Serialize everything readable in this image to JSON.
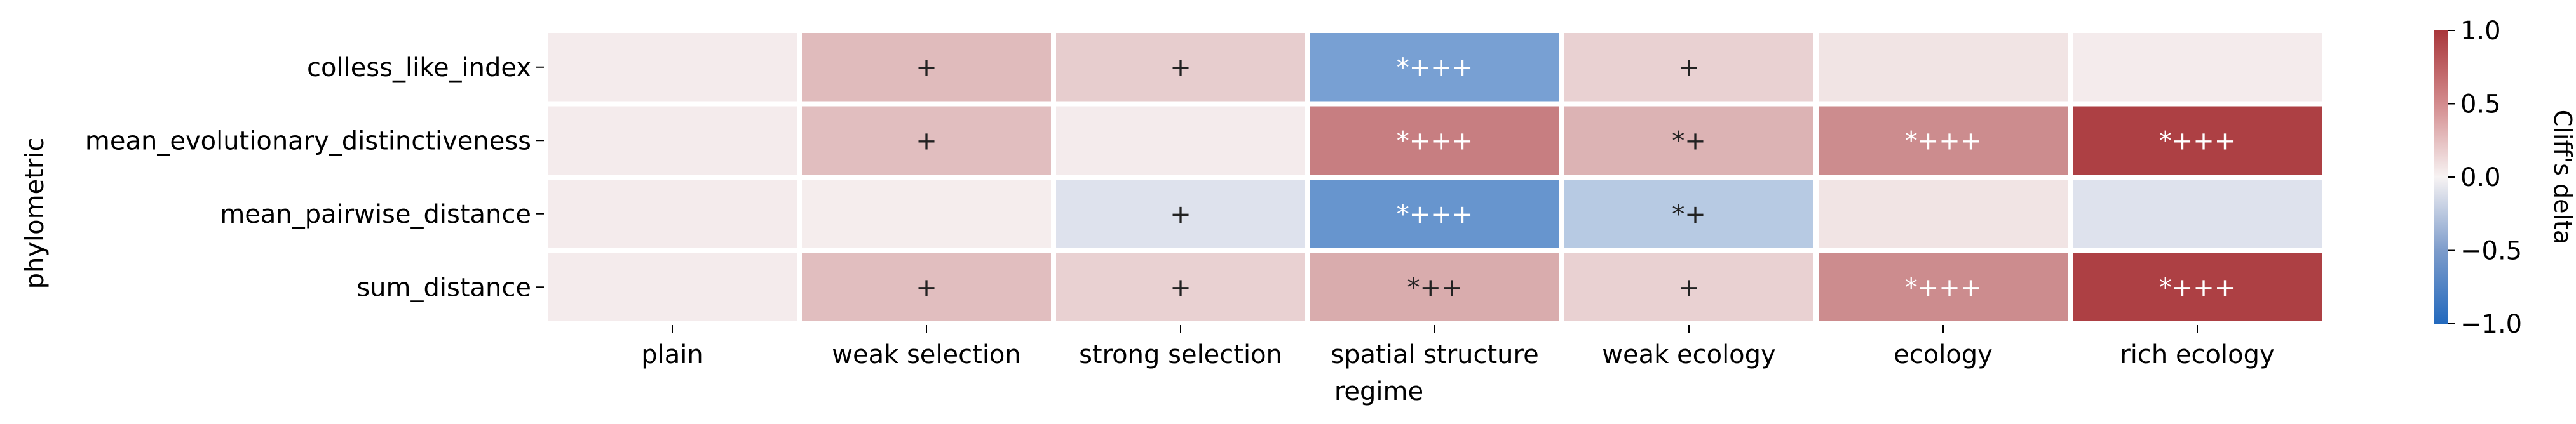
{
  "chart_data": {
    "type": "heatmap",
    "xlabel": "regime",
    "ylabel": "phylometric",
    "x_categories": [
      "plain",
      "weak selection",
      "strong selection",
      "spatial structure",
      "weak ecology",
      "ecology",
      "rich ecology"
    ],
    "y_categories": [
      "colless_like_index",
      "mean_evolutionary_distinctiveness",
      "mean_pairwise_distance",
      "sum_distance"
    ],
    "values": [
      [
        0.04,
        0.3,
        0.2,
        -0.6,
        0.18,
        0.08,
        0.04
      ],
      [
        0.04,
        0.28,
        0.04,
        0.62,
        0.34,
        0.55,
        0.95
      ],
      [
        0.04,
        0.03,
        -0.12,
        -0.68,
        -0.3,
        0.08,
        -0.12
      ],
      [
        0.04,
        0.28,
        0.18,
        0.38,
        0.18,
        0.55,
        0.95
      ]
    ],
    "annotations": [
      [
        "",
        "+",
        "+",
        "*+++",
        "+",
        "",
        ""
      ],
      [
        "",
        "+",
        "",
        "*+++",
        "*+",
        "*+++",
        "*+++"
      ],
      [
        "",
        "",
        "+",
        "*+++",
        "*+",
        "",
        ""
      ],
      [
        "",
        "+",
        "+",
        "*++",
        "+",
        "*+++",
        "*+++"
      ]
    ],
    "colorbar": {
      "label": "Cliff's delta",
      "range": [
        -1.0,
        1.0
      ],
      "ticks": [
        "-1.0",
        "-0.5",
        "0.0",
        "0.5",
        "1.0"
      ],
      "colormap": "vlag",
      "colors": {
        "low": "#2369bd",
        "mid": "#f7f3f3",
        "high": "#a9373b"
      }
    },
    "grid": false
  }
}
